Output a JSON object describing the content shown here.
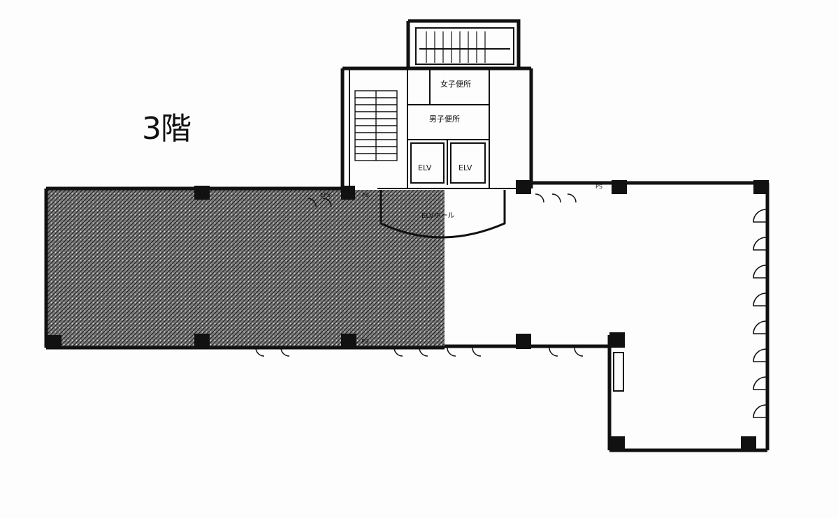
{
  "floor": {
    "title": "3階"
  },
  "rooms": {
    "womens_restroom": "女子便所",
    "mens_restroom": "男子便所",
    "elevator_1": "ELV",
    "elevator_2": "ELV",
    "elevator_hall": "ELVホール"
  },
  "shafts": {
    "ps_left": "EPS",
    "ps_center": "PS",
    "ps_right": "PS",
    "ps_bottom": "PS"
  },
  "colors": {
    "wall": "#111111",
    "hatch": "#4a4a4a",
    "background": "#fdfdfd"
  }
}
